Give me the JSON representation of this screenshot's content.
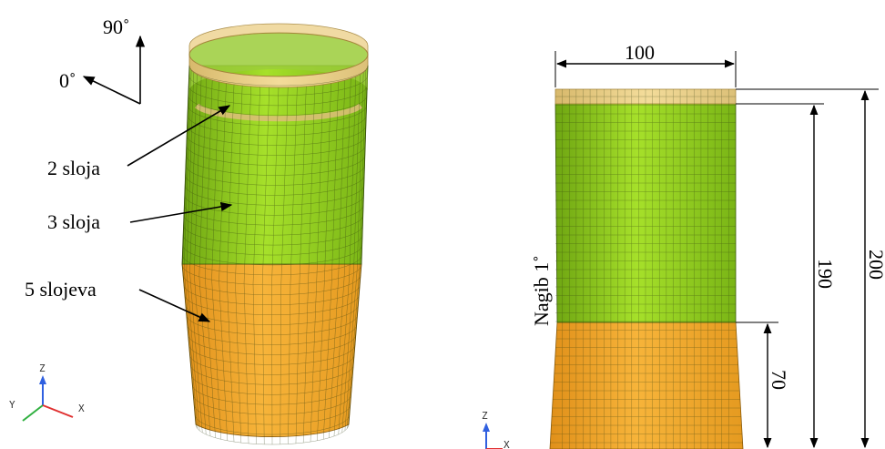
{
  "orientation": {
    "angle_90": "90˚",
    "angle_0": "0˚"
  },
  "layers": {
    "top_band": "2 sloja",
    "middle": "3 sloja",
    "bottom": "5 slojeva"
  },
  "dimensions": {
    "width": "100",
    "height_total": "200",
    "height_green": "190",
    "height_orange": "70",
    "slope": "Nagib 1˚"
  },
  "axes_triad": {
    "z": "Z",
    "y": "Y",
    "x": "X"
  },
  "colors": {
    "green": "#8fcc1e",
    "orange": "#f3a62a",
    "tan": "#e8cc84",
    "mesh": "#3a4a10"
  }
}
